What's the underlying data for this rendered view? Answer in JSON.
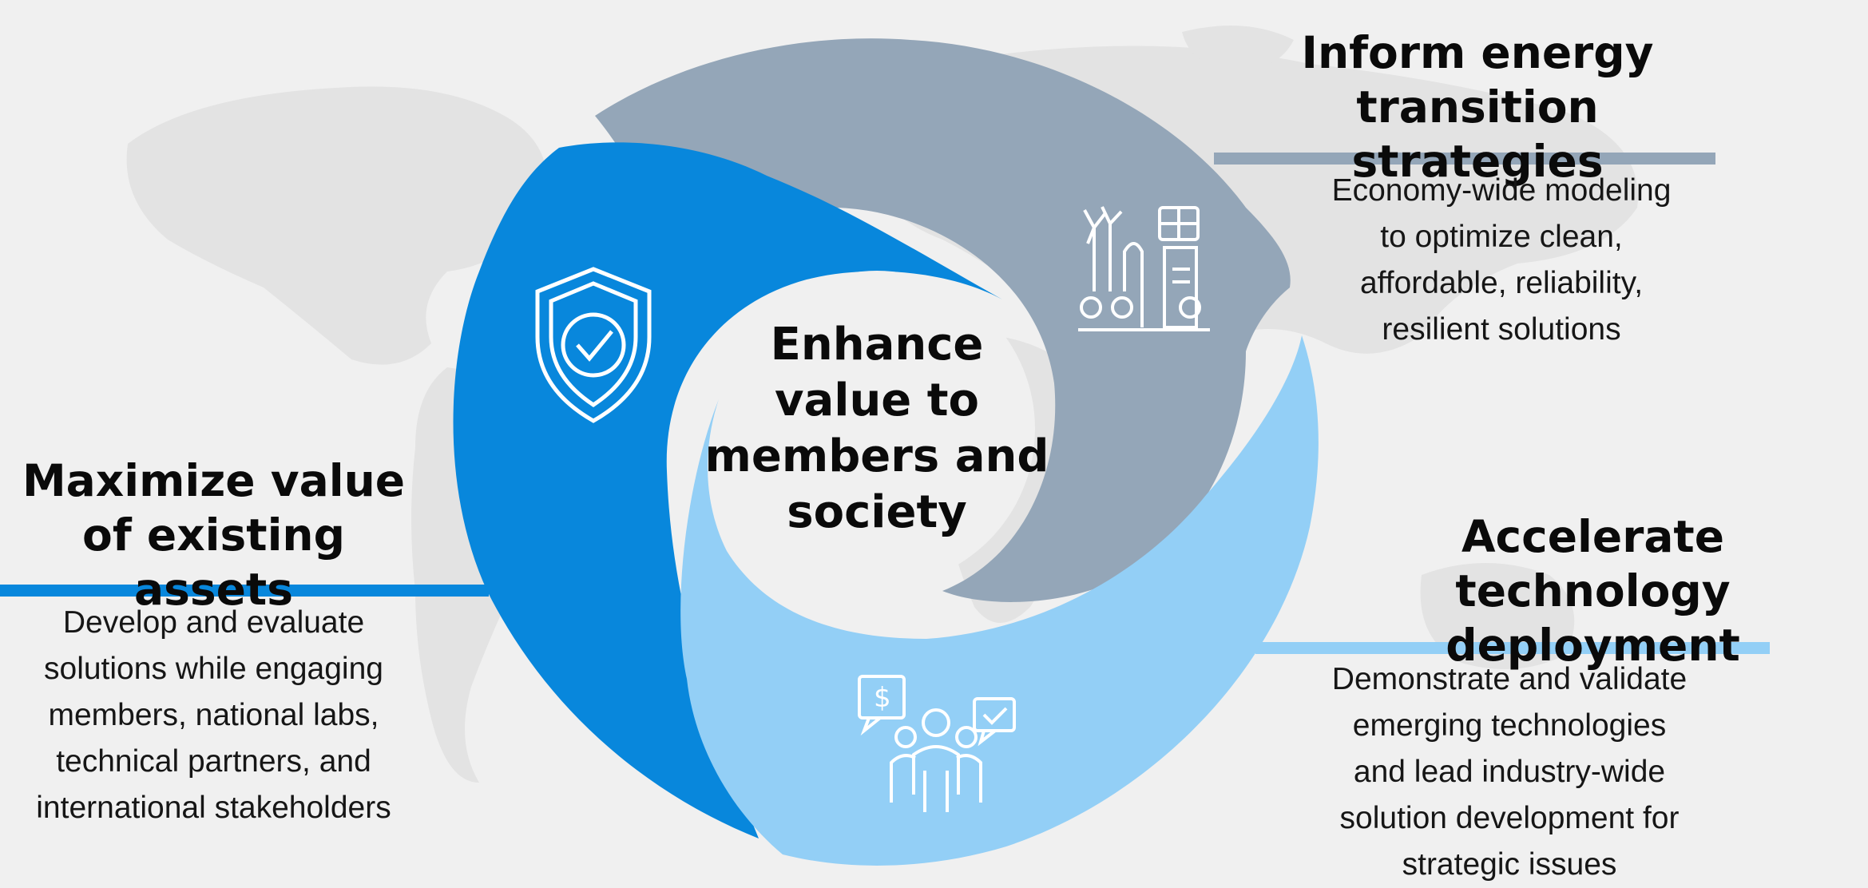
{
  "center": {
    "text": "Enhance\nvalue to\nmembers and\nsociety"
  },
  "segments": [
    {
      "id": "inform",
      "title": "Inform energy\ntransition strategies",
      "description": "Economy-wide modeling\nto optimize clean,\naffordable, reliability,\nresilient solutions",
      "icon": "energy-plant-icon",
      "color": "#94a6b8"
    },
    {
      "id": "maximize",
      "title": "Maximize value\nof existing assets",
      "description": "Develop and evaluate\nsolutions while engaging\nmembers, national labs,\ntechnical partners, and\ninternational stakeholders",
      "icon": "shield-check-icon",
      "color": "#0887dc"
    },
    {
      "id": "accelerate",
      "title": "Accelerate technology\ndeployment",
      "description": "Demonstrate and validate\nemerging technologies\nand lead industry-wide\nsolution development for\nstrategic issues",
      "icon": "team-collaboration-icon",
      "color": "#93cff6"
    }
  ],
  "background": {
    "map_color": "#e3e3e3",
    "page_color": "#f0f0f0"
  }
}
